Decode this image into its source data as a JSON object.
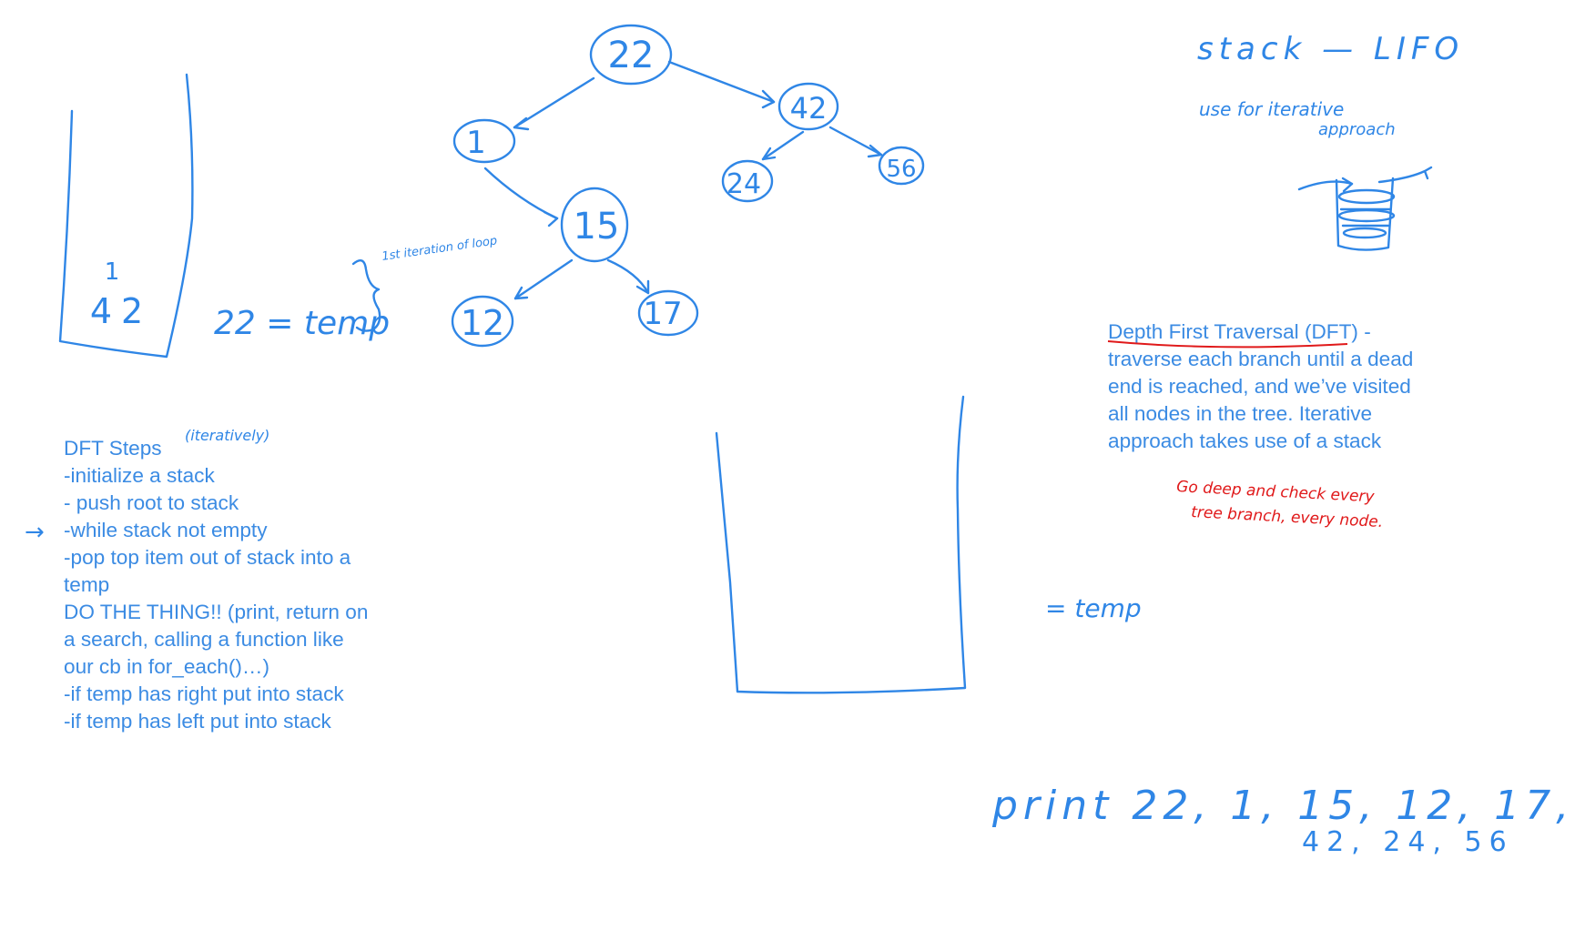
{
  "tree": {
    "nodes": [
      {
        "id": "n22",
        "label": "22"
      },
      {
        "id": "n1",
        "label": "1"
      },
      {
        "id": "n42",
        "label": "42"
      },
      {
        "id": "n24",
        "label": "24"
      },
      {
        "id": "n56",
        "label": "56"
      },
      {
        "id": "n15",
        "label": "15"
      },
      {
        "id": "n12",
        "label": "12"
      },
      {
        "id": "n17",
        "label": "17"
      }
    ]
  },
  "left_stack": {
    "top_item": "1",
    "bottom_item": "42"
  },
  "temp_note": {
    "text": "22 = temp",
    "brace_note": "1st iteration of loop"
  },
  "dft_steps": {
    "title": "DFT Steps",
    "qualifier": "(iteratively)",
    "arrow": "→",
    "lines": [
      "-initialize a stack",
      "- push root to stack",
      "-while stack not empty",
      "-pop top item out of stack into a",
      "temp",
      "DO THE THING!! (print, return on",
      "a search, calling a function like",
      "our cb in for_each()…)",
      "-if temp has right put into stack",
      "-if temp has left put into stack"
    ]
  },
  "stack_note": {
    "title": "stack — LIFO",
    "use": "use for iterative",
    "use2": "approach"
  },
  "definition": {
    "term": "Depth First Traversal (DFT) -",
    "lines": [
      "traverse each branch until a dead",
      "end is reached, and we’ve visited",
      "all nodes in the tree. Iterative",
      "approach takes use of a stack"
    ],
    "red_note_1": "Go deep and check every",
    "red_note_2": "tree branch, every node."
  },
  "right_temp": "= temp",
  "print_line": {
    "line1": "print 22, 1, 15, 12, 17,",
    "line2": "42, 24, 56"
  }
}
